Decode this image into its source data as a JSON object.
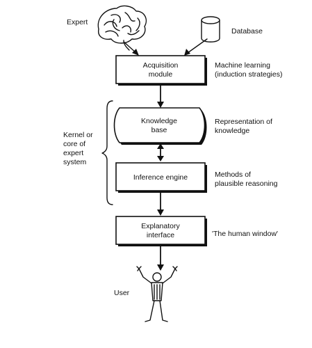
{
  "inputs": {
    "expert": "Expert",
    "database": "Database"
  },
  "modules": {
    "acquisition": {
      "line1": "Acquisition",
      "line2": "module",
      "annotation_line1": "Machine learning",
      "annotation_line2": "(induction strategies)"
    },
    "knowledge_base": {
      "line1": "Knowledge",
      "line2": "base",
      "annotation_line1": "Representation of",
      "annotation_line2": "knowledge"
    },
    "inference_engine": {
      "line1": "Inference engine",
      "annotation_line1": "Methods of",
      "annotation_line2": "plausible reasoning"
    },
    "explanatory_interface": {
      "line1": "Explanatory",
      "line2": "interface",
      "annotation_line1": "'The human window'"
    }
  },
  "kernel": {
    "line1": "Kernel or",
    "line2": "core of",
    "line3": "expert",
    "line4": "system"
  },
  "output": {
    "user": "User"
  },
  "icons": {
    "expert": "brain-icon",
    "database": "database-cylinder-icon",
    "user": "stick-figure-user-icon"
  }
}
